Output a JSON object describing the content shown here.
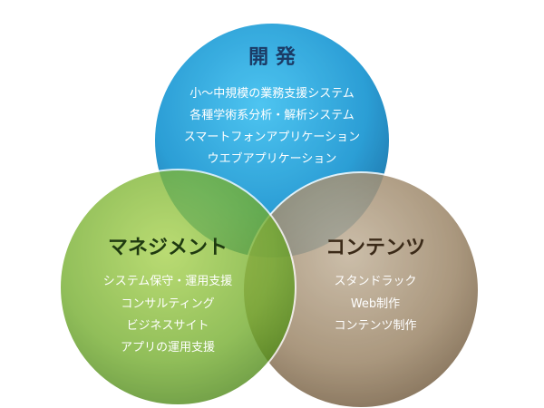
{
  "diagram": {
    "circles": [
      {
        "title": "開 発",
        "items": [
          "小～中規模の業務支援システム",
          "各種学術系分析・解析システム",
          "スマートフォンアプリケーション",
          "ウエブアプリケーション"
        ],
        "color": "#1f9fd8"
      },
      {
        "title": "マネジメント",
        "items": [
          "システム保守・運用支援",
          "コンサルティング",
          "ビジネスサイト",
          "アプリの運用支援"
        ],
        "color": "#7db83a"
      },
      {
        "title": "コンテンツ",
        "items": [
          "スタンドラック",
          "Web制作",
          "コンテンツ制作"
        ],
        "color": "#a89478"
      }
    ]
  }
}
